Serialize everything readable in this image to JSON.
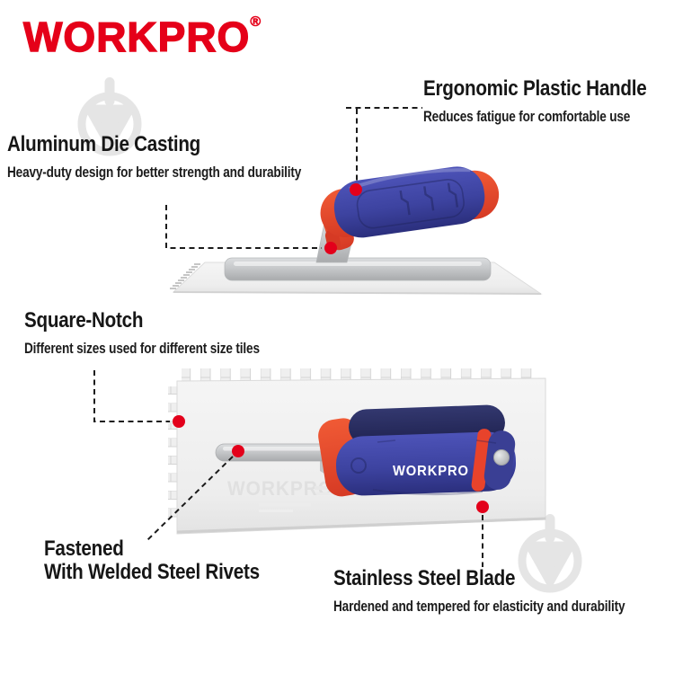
{
  "brand": {
    "logo_text": "WORKPRO",
    "registered_mark": "®",
    "logo_color": "#e50019"
  },
  "callouts": {
    "ergonomic": {
      "title": "Ergonomic Plastic Handle",
      "subtitle": "Reduces fatigue for comfortable use"
    },
    "aluminum": {
      "title": "Aluminum Die Casting",
      "subtitle": "Heavy-duty design for better strength and durability"
    },
    "square_notch": {
      "title": "Square-Notch",
      "subtitle": "Different sizes used for different size tiles"
    },
    "rivets": {
      "title_line1": "Fastened",
      "title_line2": "With Welded Steel Rivets"
    },
    "blade": {
      "title": "Stainless Steel Blade",
      "subtitle": "Hardened and tempered for elasticity and durability"
    }
  },
  "product": {
    "handle_brand_text": "WORKPRO",
    "blade_embossed_text": "WORKPRO",
    "colors": {
      "handle_blue": "#3d43a0",
      "handle_navy": "#272b63",
      "accent_orange_red": "#e8432b",
      "marker_red": "#e3001b",
      "metal_silver": "#cbcdcf",
      "blade_light": "#f2f2f2",
      "text_black": "#161616"
    }
  },
  "watermark": {
    "icon": "trowel-in-circle-icon",
    "color": "#cccccc",
    "count": 2
  }
}
